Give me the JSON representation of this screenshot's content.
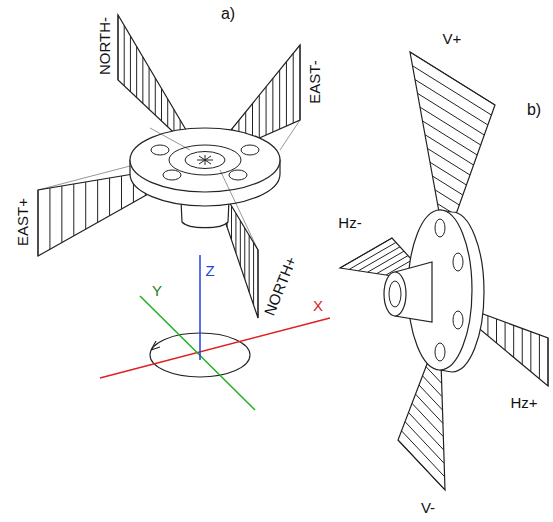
{
  "diagram": {
    "labels": [
      "a)",
      "NORTH-",
      "EAST-",
      "EAST+",
      "NORTH+",
      "Z",
      "Y",
      "X",
      "V+",
      "Hz-",
      "Hz+",
      "V-",
      "b)"
    ]
  }
}
